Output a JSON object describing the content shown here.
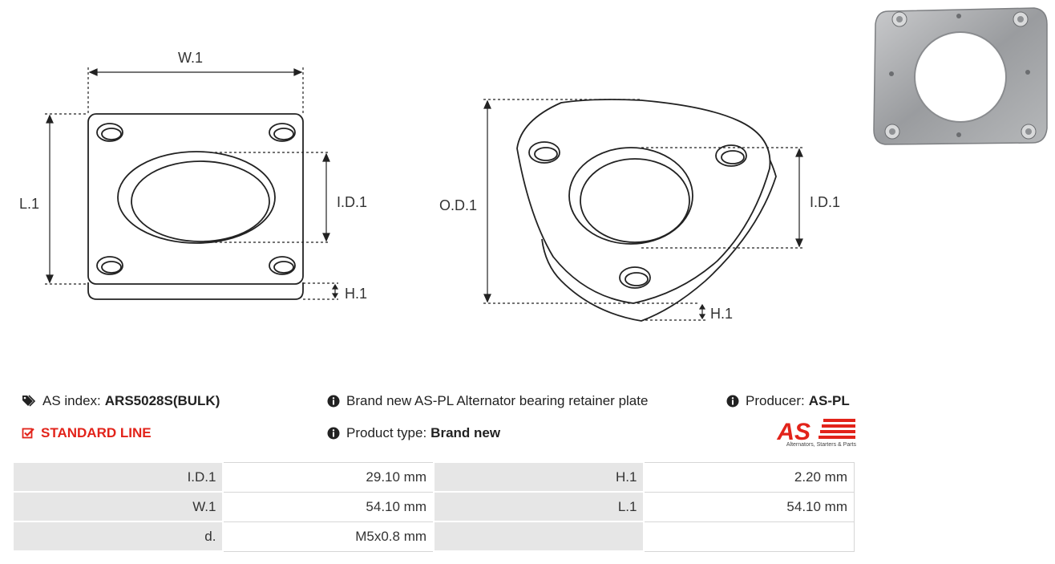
{
  "dimensions": {
    "square_view": {
      "width": "W.1",
      "length": "L.1",
      "inner_diameter": "I.D.1",
      "height": "H.1"
    },
    "round_view": {
      "outer_diameter": "O.D.1",
      "inner_diameter": "I.D.1",
      "height": "H.1"
    }
  },
  "info": {
    "as_index_label": "AS index:",
    "as_index_value": "ARS5028S(BULK)",
    "line_label": "STANDARD LINE",
    "description": "Brand new AS-PL Alternator bearing retainer plate",
    "product_type_label": "Product type:",
    "product_type_value": "Brand new",
    "producer_label": "Producer:",
    "producer_value": "AS-PL"
  },
  "logo": {
    "text": "AS",
    "tagline": "Alternators, Starters & Parts"
  },
  "colors": {
    "accent_red": "#e2231a",
    "label_bg": "#e6e6e6"
  },
  "table": {
    "rows": [
      {
        "label1": "I.D.1",
        "value1": "29.10 mm",
        "label2": "H.1",
        "value2": "2.20 mm"
      },
      {
        "label1": "W.1",
        "value1": "54.10 mm",
        "label2": "L.1",
        "value2": "54.10 mm"
      },
      {
        "label1": "d.",
        "value1": "M5x0.8 mm",
        "label2": "",
        "value2": ""
      }
    ]
  }
}
